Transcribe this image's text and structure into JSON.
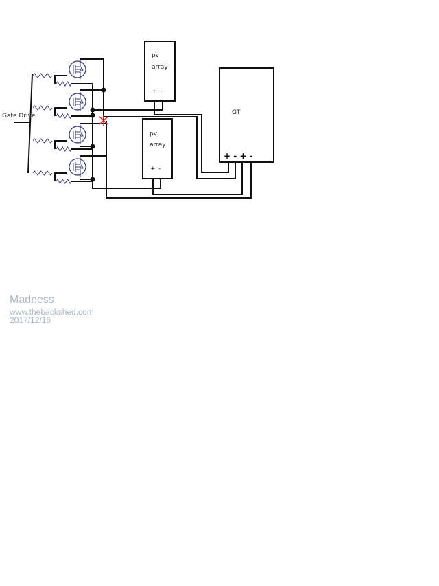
{
  "diagram": {
    "gate_drive_label": "Gate Drive",
    "pv_array_top": {
      "line1": "pv",
      "line2": "array",
      "plus": "+",
      "minus": "-"
    },
    "pv_array_bottom": {
      "line1": "pv",
      "line2": "array",
      "plus": "+",
      "minus": "-"
    },
    "gti": {
      "label": "GTI",
      "terminals": "+ - + -"
    },
    "fault_mark_color": "#e02020"
  },
  "watermark": {
    "title": "Madness",
    "site": "www.thebackshed.com",
    "date": "2017/12/16"
  }
}
